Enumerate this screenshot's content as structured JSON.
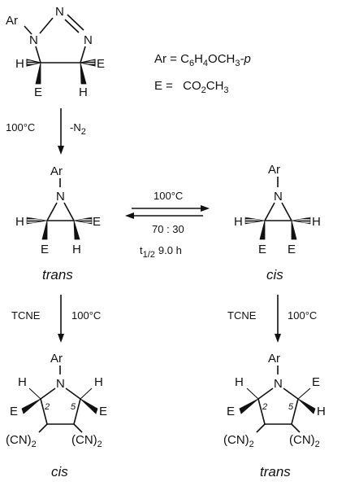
{
  "labels": {
    "ar": "Ar",
    "n": "N",
    "h": "H",
    "e": "E",
    "cn2": "(CN)",
    "sub_2": "2",
    "pos_2": "2",
    "pos_5": "5"
  },
  "legend": {
    "ar_def_prefix": "Ar =",
    "ar_def_c": "C",
    "ar_def_c_sub": "6",
    "ar_def_h": "H",
    "ar_def_h_sub": "4",
    "ar_def_och": "OCH",
    "ar_def_och_sub": "3",
    "ar_def_p": "-p",
    "e_def_prefix": "E =",
    "e_def_co": "CO",
    "e_def_co_sub": "2",
    "e_def_ch": "CH",
    "e_def_ch_sub": "3"
  },
  "conditions": {
    "thermolysis_temp": "100°C",
    "thermolysis_loss": "-N",
    "thermolysis_loss_sub": "2",
    "equilibrium_temp": "100°C",
    "equilibrium_ratio": "70 : 30",
    "half_life_t": "t",
    "half_life_sub": "1/2",
    "half_life_value": "9.0 h",
    "tcne_label": "TCNE",
    "tcne_temp": "100°C"
  },
  "stereo_labels": {
    "aziridine_left": "trans",
    "aziridine_right": "cis",
    "pyrrolidine_left": "cis",
    "pyrrolidine_right": "trans"
  }
}
